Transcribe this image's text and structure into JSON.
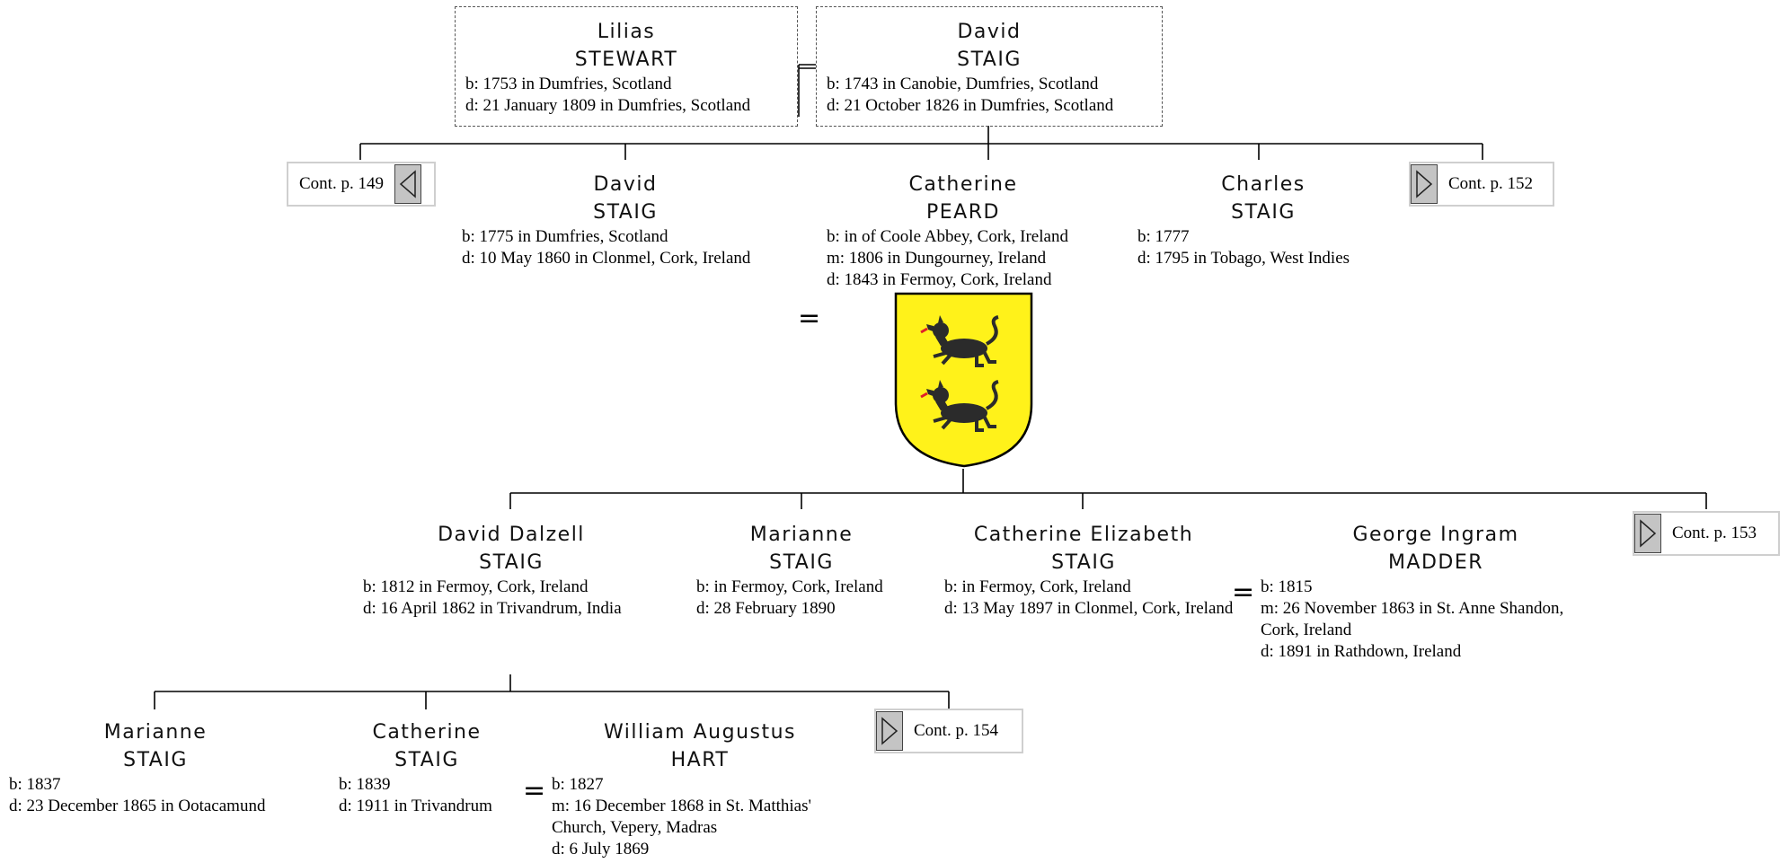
{
  "people": {
    "lilias": {
      "first": "Lilias",
      "last": "STEWART",
      "b": "b: 1753 in Dumfries, Scotland",
      "d": "d: 21 January 1809 in Dumfries, Scotland"
    },
    "david_sr": {
      "first": "David",
      "last": "STAIG",
      "b": "b: 1743 in Canobie, Dumfries, Scotland",
      "d": "d: 21 October 1826 in Dumfries, Scotland"
    },
    "david": {
      "first": "David",
      "last": "STAIG",
      "b": "b: 1775 in Dumfries, Scotland",
      "d": "d: 10 May 1860 in Clonmel, Cork, Ireland"
    },
    "catherine_peard": {
      "first": "Catherine",
      "last": "PEARD",
      "b": "b: in of Coole Abbey, Cork, Ireland",
      "m": "m: 1806 in Dungourney, Ireland",
      "d": "d: 1843 in Fermoy, Cork, Ireland"
    },
    "charles": {
      "first": "Charles",
      "last": "STAIG",
      "b": "b: 1777",
      "d": "d: 1795 in Tobago, West Indies"
    },
    "david_dalzell": {
      "first": "David Dalzell",
      "last": "STAIG",
      "b": "b: 1812 in Fermoy, Cork, Ireland",
      "d": "d: 16 April 1862 in Trivandrum, India"
    },
    "marianne1": {
      "first": "Marianne",
      "last": "STAIG",
      "b": "b: in Fermoy, Cork, Ireland",
      "d": "d: 28 February 1890"
    },
    "catherine_elizabeth": {
      "first": "Catherine Elizabeth",
      "last": "STAIG",
      "b": "b: in Fermoy, Cork, Ireland",
      "d": "d: 13 May 1897 in Clonmel, Cork, Ireland"
    },
    "george": {
      "first": "George Ingram",
      "last": "MADDER",
      "b": "b: 1815",
      "m1": "m: 26 November 1863 in St. Anne Shandon,",
      "m2": "Cork, Ireland",
      "d": "d: 1891 in Rathdown, Ireland"
    },
    "marianne2": {
      "first": "Marianne",
      "last": "STAIG",
      "b": "b: 1837",
      "d": "d: 23 December 1865 in Ootacamund"
    },
    "catherine3": {
      "first": "Catherine",
      "last": "STAIG",
      "b": "b: 1839",
      "d": "d: 1911 in Trivandrum"
    },
    "william": {
      "first": "William Augustus",
      "last": "HART",
      "b": "b: 1827",
      "m1": "m: 16 December 1868 in St. Matthias'",
      "m2": "Church, Vepery, Madras",
      "d": "d: 6 July 1869"
    }
  },
  "continuations": {
    "p149": "Cont. p. 149",
    "p152": "Cont. p. 152",
    "p153": "Cont. p. 153",
    "p154": "Cont. p. 154"
  },
  "marriage_symbol": "=",
  "colors": {
    "shield": "#fff21a",
    "beast": "#2b2b2b",
    "tongue": "#e0202a",
    "line": "#000000",
    "cont_arrow": "#c4c4c4"
  },
  "icons": {
    "coat_of_arms": "shield-with-two-black-beasts",
    "prev": "left-triangle-icon",
    "next": "right-triangle-icon"
  }
}
